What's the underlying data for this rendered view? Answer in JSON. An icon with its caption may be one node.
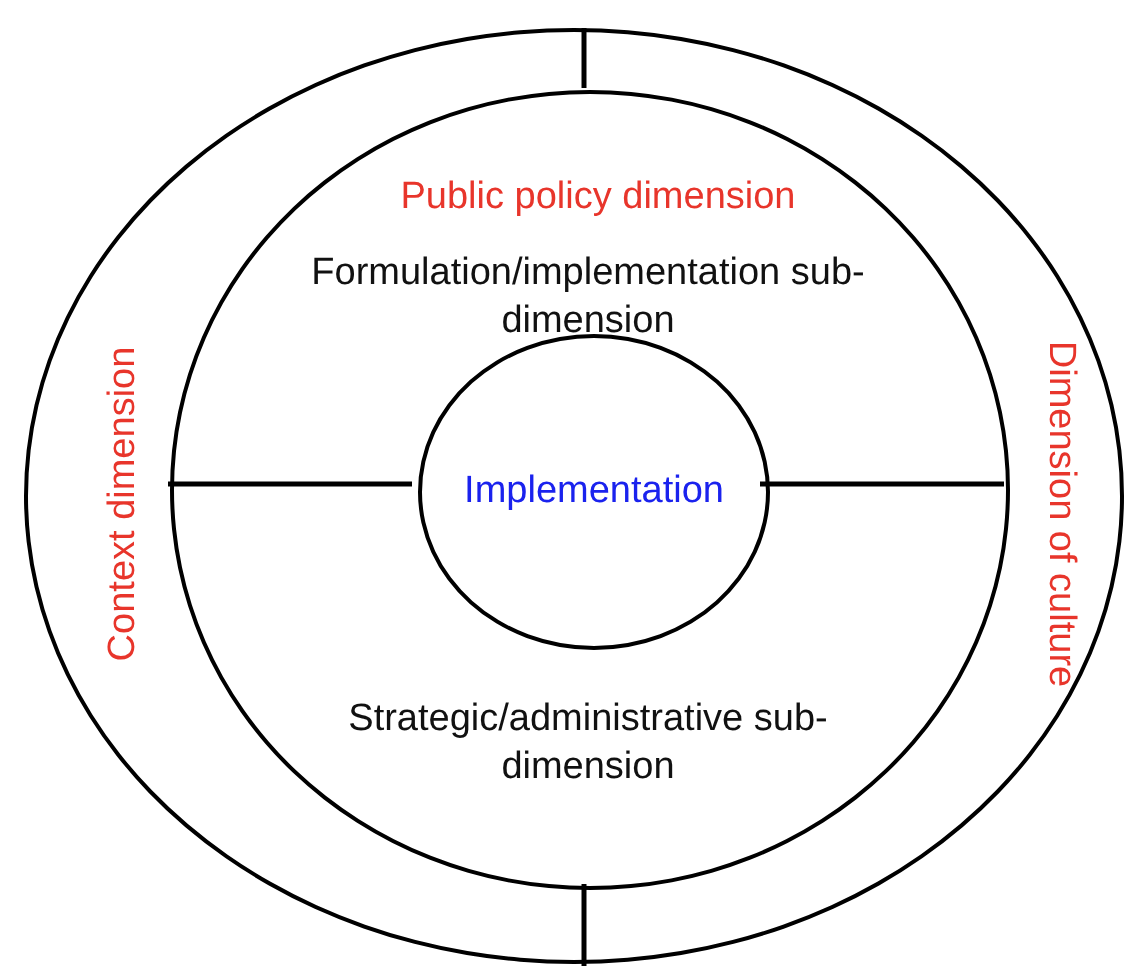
{
  "diagram": {
    "nodes": [
      {
        "text": [
          "Context dimension",
          "Dimension of culture"
        ]
      },
      {
        "text": [
          "Public policy dimension",
          "Formulation/implementation sub-dimension",
          "Strategic/administrative sub-dimension"
        ],
        "in": 0
      },
      {
        "text": [
          "Implementation"
        ],
        "in": 1
      }
    ]
  }
}
